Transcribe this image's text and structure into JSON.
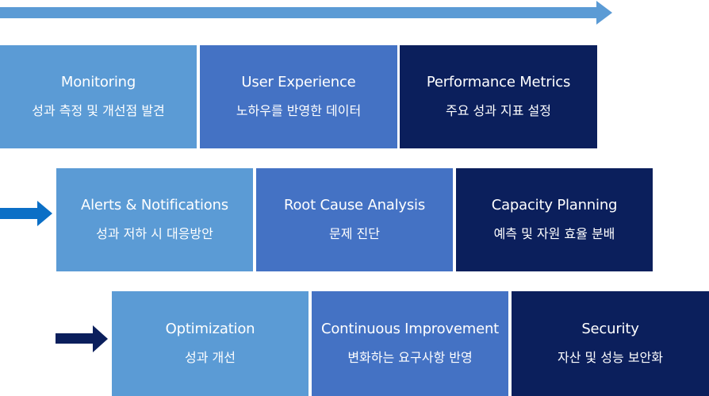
{
  "colors": {
    "light_blue": "#5b9bd5",
    "medium_blue": "#4472c4",
    "dark_navy": "#0b1f5c",
    "top_arrow": "#5b9bd5",
    "row2_arrow": "#0b6fc6",
    "row3_arrow": "#0b1f5c"
  },
  "rows": [
    {
      "boxes": [
        {
          "title": "Monitoring",
          "desc": "성과 측정 및 개선점 발견"
        },
        {
          "title": "User Experience",
          "desc": "노하우를 반영한 데이터"
        },
        {
          "title": "Performance Metrics",
          "desc": "주요 성과 지표 설정"
        }
      ]
    },
    {
      "boxes": [
        {
          "title": "Alerts & Notifications",
          "desc": "성과 저하 시 대응방안"
        },
        {
          "title": "Root Cause Analysis",
          "desc": "문제 진단"
        },
        {
          "title": "Capacity Planning",
          "desc": "예측 및 자원 효율 분배"
        }
      ]
    },
    {
      "boxes": [
        {
          "title": "Optimization",
          "desc": "성과 개선"
        },
        {
          "title": "Continuous Improvement",
          "desc": "변화하는 요구사항 반영"
        },
        {
          "title": "Security",
          "desc": "자산 및 성능 보안화"
        }
      ]
    }
  ]
}
